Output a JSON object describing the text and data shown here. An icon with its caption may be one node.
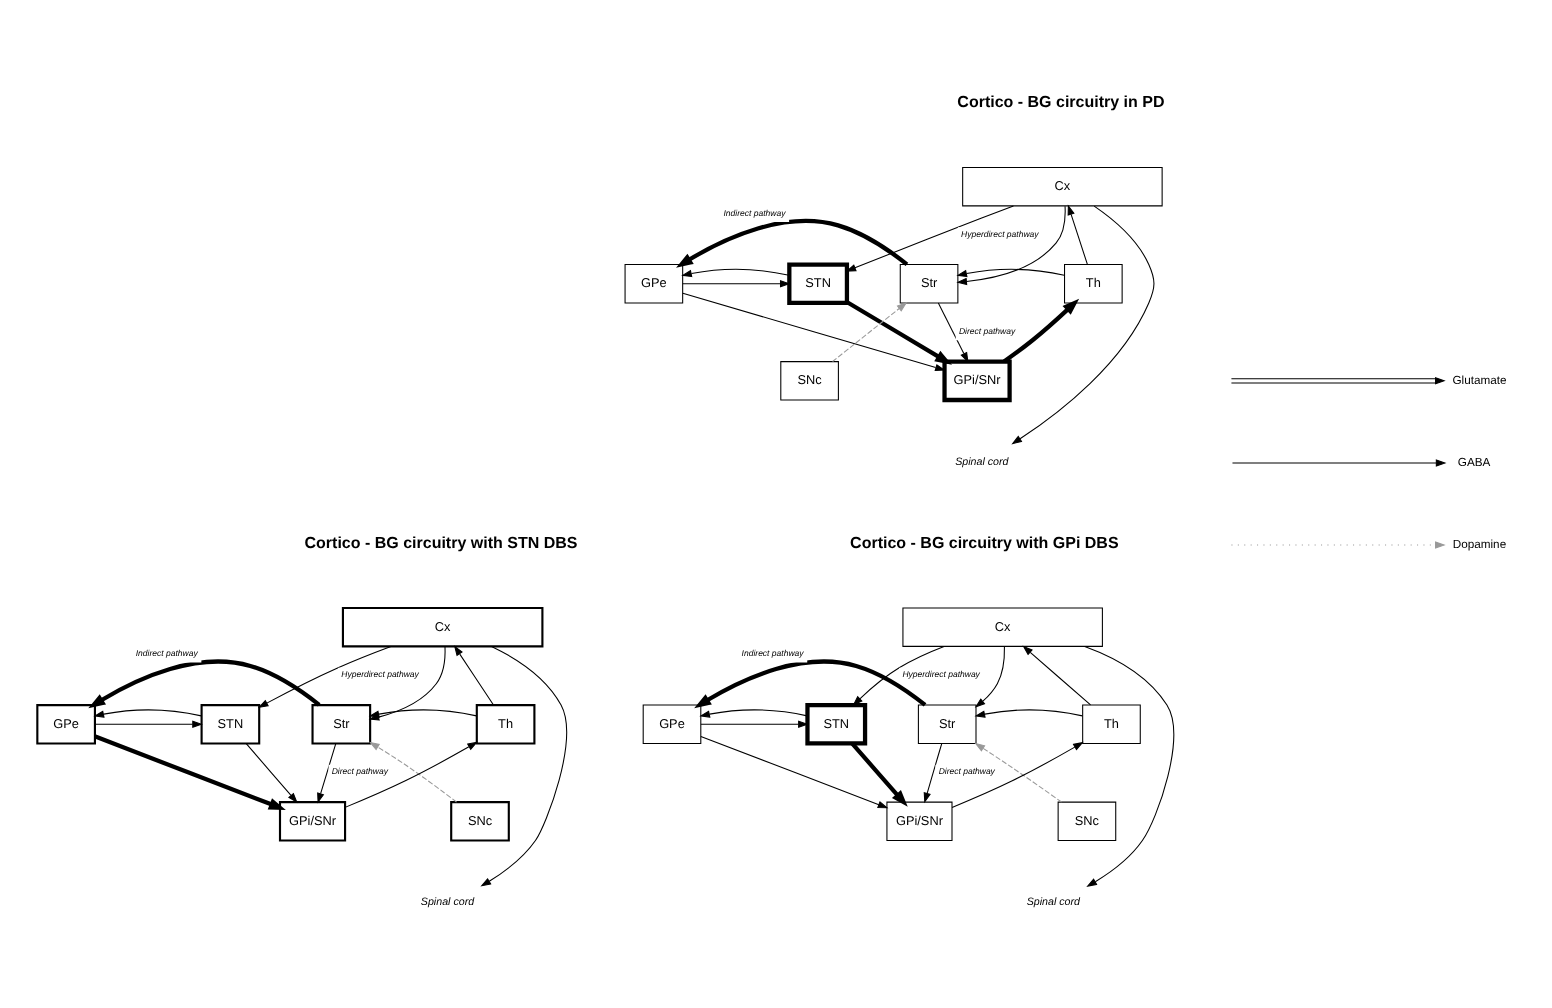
{
  "diagram": {
    "nodes": [
      {
        "text": [
          "Cx"
        ]
      },
      {
        "text": [
          "STN"
        ]
      },
      {
        "text": [
          "GPe"
        ]
      },
      {
        "text": [
          "Str"
        ]
      },
      {
        "text": [
          "Th"
        ]
      },
      {
        "text": [
          "SNc"
        ]
      },
      {
        "text": [
          "GPi/SNr"
        ]
      },
      {
        "text": [
          "Spinal cord"
        ]
      },
      {
        "text": [
          "Cx"
        ]
      },
      {
        "text": [
          "STN"
        ]
      },
      {
        "text": [
          "GPe"
        ]
      },
      {
        "text": [
          "Str"
        ]
      },
      {
        "text": [
          "Th"
        ]
      },
      {
        "text": [
          "SNc"
        ]
      },
      {
        "text": [
          "GPi/SNr"
        ]
      },
      {
        "text": [
          "Spinal cord"
        ]
      },
      {
        "text": [
          "Cx"
        ]
      },
      {
        "text": [
          "STN"
        ]
      },
      {
        "text": [
          "GPe"
        ]
      },
      {
        "text": [
          "Str"
        ]
      },
      {
        "text": [
          "Th"
        ]
      },
      {
        "text": [
          "SNc"
        ]
      },
      {
        "text": [
          "GPi/SNr"
        ]
      },
      {
        "text": [
          "Spinal cord"
        ]
      }
    ],
    "edges": [
      {
        "from": 0,
        "to": 1,
        "arrow": "to",
        "label": "Hyperdirect pathway"
      },
      {
        "from": 0,
        "to": 3,
        "arrow": "to"
      },
      {
        "from": 0,
        "to": 7,
        "arrow": "to"
      },
      {
        "from": 4,
        "to": 0,
        "arrow": "to"
      },
      {
        "from": 2,
        "to": 1,
        "arrow": "to"
      },
      {
        "from": 1,
        "to": 2,
        "arrow": "to"
      },
      {
        "from": 3,
        "to": 2,
        "arrow": "to",
        "label": "Indirect pathway",
        "style": "thick"
      },
      {
        "from": 4,
        "to": 3,
        "arrow": "to"
      },
      {
        "from": 5,
        "to": 3,
        "arrow": "to",
        "style": "dashed",
        "color": "#999999"
      },
      {
        "from": 3,
        "to": 6,
        "arrow": "to",
        "label": "Direct pathway"
      },
      {
        "from": 2,
        "to": 6,
        "arrow": "to"
      },
      {
        "from": 1,
        "to": 6,
        "arrow": "to",
        "style": "thick"
      },
      {
        "from": 6,
        "to": 4,
        "arrow": "to",
        "style": "thick"
      },
      {
        "from": 8,
        "to": 9,
        "arrow": "to",
        "label": "Hyperdirect pathway"
      },
      {
        "from": 8,
        "to": 11,
        "arrow": "to"
      },
      {
        "from": 8,
        "to": 15,
        "arrow": "to"
      },
      {
        "from": 12,
        "to": 8,
        "arrow": "to"
      },
      {
        "from": 10,
        "to": 9,
        "arrow": "to"
      },
      {
        "from": 9,
        "to": 10,
        "arrow": "to"
      },
      {
        "from": 11,
        "to": 10,
        "arrow": "to",
        "label": "Indirect pathway",
        "style": "thick"
      },
      {
        "from": 12,
        "to": 11,
        "arrow": "to"
      },
      {
        "from": 13,
        "to": 11,
        "arrow": "to",
        "style": "dashed",
        "color": "#999999"
      },
      {
        "from": 11,
        "to": 14,
        "arrow": "to",
        "label": "Direct pathway"
      },
      {
        "from": 10,
        "to": 14,
        "arrow": "to",
        "style": "thick"
      },
      {
        "from": 9,
        "to": 14,
        "arrow": "to"
      },
      {
        "from": 14,
        "to": 12,
        "arrow": "to"
      },
      {
        "from": 16,
        "to": 17,
        "arrow": "to",
        "label": "Hyperdirect pathway"
      },
      {
        "from": 16,
        "to": 19,
        "arrow": "to"
      },
      {
        "from": 16,
        "to": 23,
        "arrow": "to"
      },
      {
        "from": 20,
        "to": 16,
        "arrow": "to"
      },
      {
        "from": 18,
        "to": 17,
        "arrow": "to"
      },
      {
        "from": 17,
        "to": 18,
        "arrow": "to"
      },
      {
        "from": 19,
        "to": 18,
        "arrow": "to",
        "label": "Indirect pathway",
        "style": "thick"
      },
      {
        "from": 20,
        "to": 19,
        "arrow": "to"
      },
      {
        "from": 21,
        "to": 19,
        "arrow": "to",
        "style": "dashed",
        "color": "#999999"
      },
      {
        "from": 19,
        "to": 22,
        "arrow": "to",
        "label": "Direct pathway"
      },
      {
        "from": 18,
        "to": 22,
        "arrow": "to"
      },
      {
        "from": 17,
        "to": 22,
        "arrow": "to",
        "style": "thick"
      },
      {
        "from": 22,
        "to": 20,
        "arrow": "to"
      }
    ],
    "labels": [
      "Cortico - BG circuitry in PD",
      "Cortico - BG circuitry with STN DBS",
      "Cortico - BG circuitry with GPi DBS"
    ],
    "legend": [
      {
        "text": "Glutamate"
      },
      {
        "text": "GABA"
      },
      {
        "text": "Dopamine"
      }
    ]
  }
}
